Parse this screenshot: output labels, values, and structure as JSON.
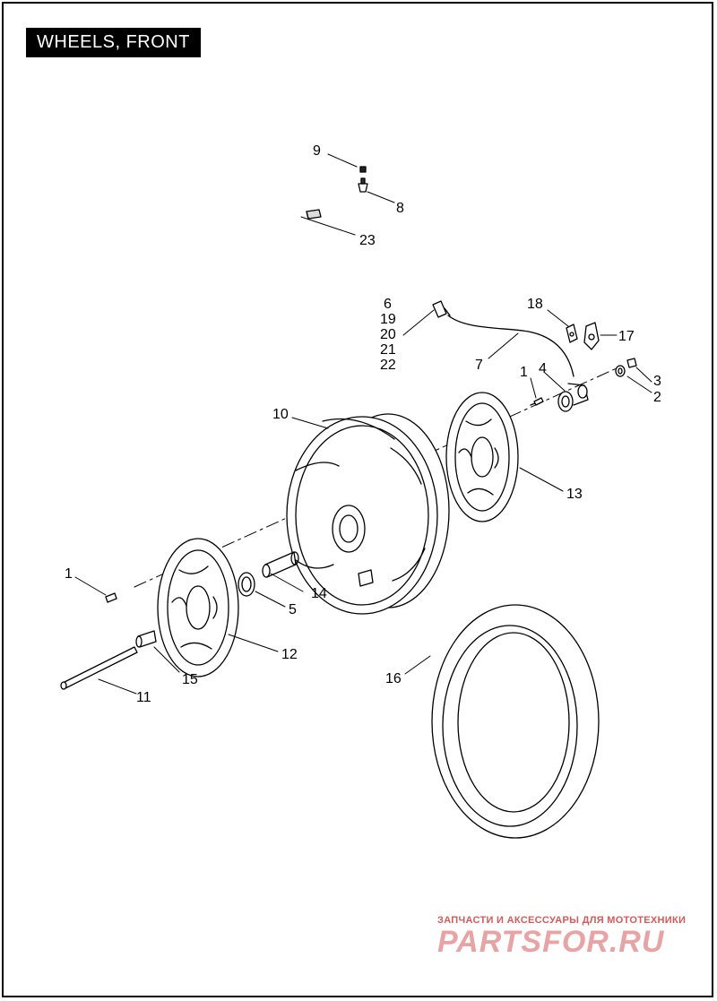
{
  "title": "WHEELS, FRONT",
  "callouts": {
    "c1a": "1",
    "c1b": "1",
    "c2": "2",
    "c3": "3",
    "c4": "4",
    "c5": "5",
    "c6": "6",
    "c19": "19",
    "c20": "20",
    "c21": "21",
    "c22": "22",
    "c7": "7",
    "c8": "8",
    "c9": "9",
    "c10": "10",
    "c11": "11",
    "c12": "12",
    "c13": "13",
    "c14": "14",
    "c15": "15",
    "c16": "16",
    "c17": "17",
    "c18": "18",
    "c23": "23"
  },
  "watermark": {
    "tagline": "ЗАПЧАСТИ И АКСЕССУАРЫ ДЛЯ МОТОТЕХНИКИ",
    "brand": "PARTSFOR.RU"
  }
}
